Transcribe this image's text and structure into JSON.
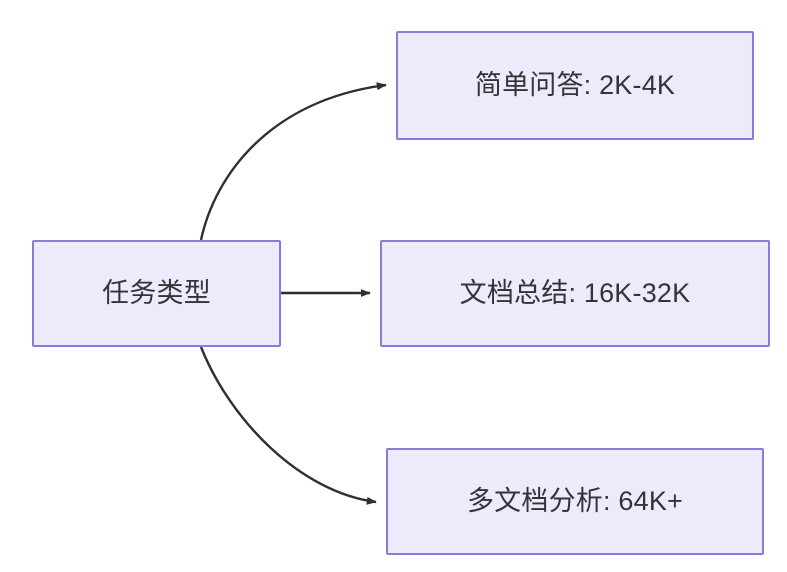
{
  "diagram": {
    "type": "flowchart",
    "title": "",
    "background_color": "#ffffff",
    "node_fill_color": "#ecebfb",
    "node_border_color": "#8a7adc",
    "node_text_color": "#333338",
    "edge_color": "#2e2e36",
    "nodes": [
      {
        "id": "root",
        "label": "任务类型"
      },
      {
        "id": "simple",
        "label": "简单问答: 2K-4K"
      },
      {
        "id": "doc",
        "label": "文档总结: 16K-32K"
      },
      {
        "id": "multi",
        "label": "多文档分析: 64K+"
      }
    ],
    "edges": [
      {
        "id": "root-to-simple",
        "from": "root",
        "to": "simple",
        "label": "",
        "style": "curved-arrow"
      },
      {
        "id": "root-to-doc",
        "from": "root",
        "to": "doc",
        "label": "",
        "style": "straight-arrow"
      },
      {
        "id": "root-to-multi",
        "from": "root",
        "to": "multi",
        "label": "",
        "style": "curved-arrow"
      }
    ]
  }
}
